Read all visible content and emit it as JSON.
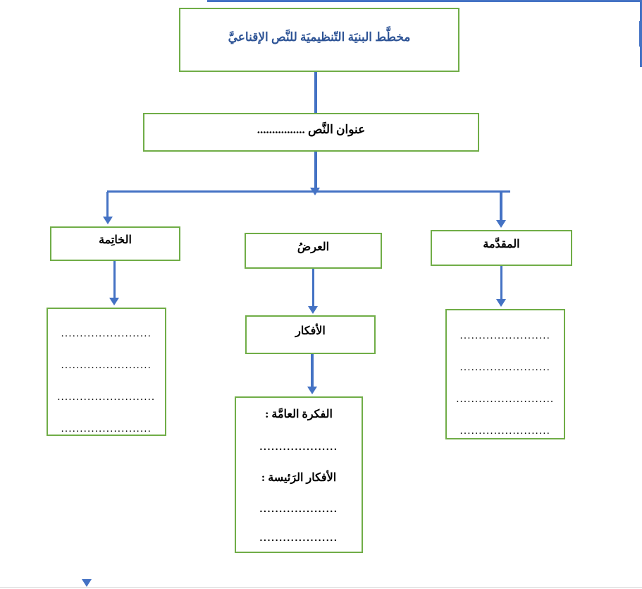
{
  "diagram": {
    "title": "مخطَّط البنيَة التّنظيميَة للنَّص الإقناعيَّ",
    "title_color": "#2e5496",
    "box_border_color": "#70ad47",
    "connector_color": "#4472c4",
    "text_title": "عنوان النَّص ................",
    "branches": {
      "right": {
        "label": "المقدَّمة",
        "lines": [
          "........................",
          "........................",
          "..........................",
          "........................"
        ]
      },
      "middle": {
        "label": "العرضُ",
        "sub_label": "الأفكار",
        "detail": {
          "general_idea_heading": "الفكرة العامَّة :",
          "general_idea_line": "....................",
          "main_ideas_heading": "الأفكار الرَئيسة :",
          "main_ideas_lines": [
            "....................",
            "...................."
          ]
        }
      },
      "left": {
        "label": "الخاتِمة",
        "lines": [
          "........................",
          "........................",
          "..........................",
          "........................"
        ]
      }
    }
  }
}
